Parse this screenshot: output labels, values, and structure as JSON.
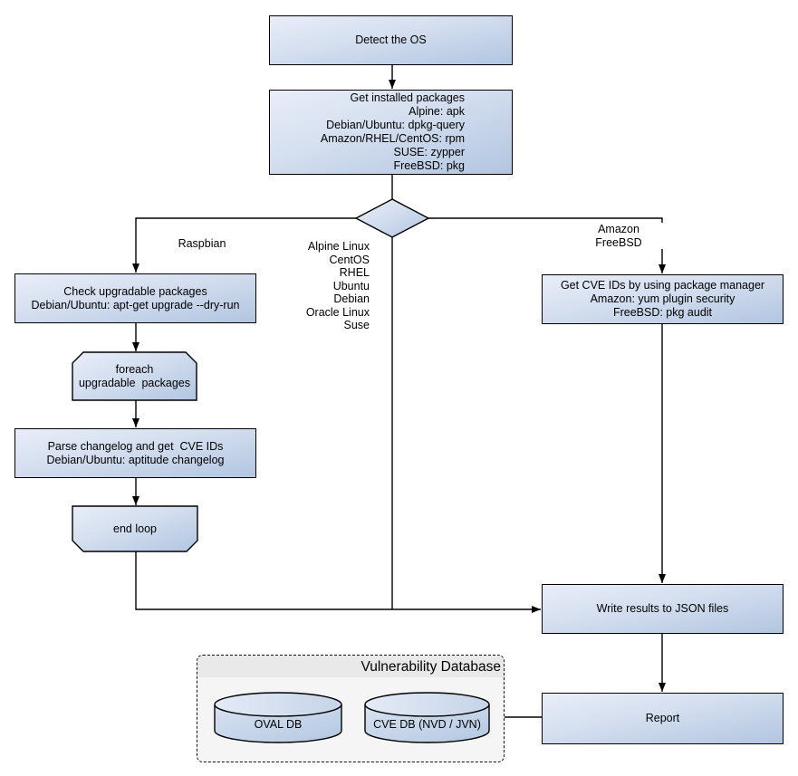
{
  "nodes": {
    "detect_os": {
      "label": "Detect the OS"
    },
    "get_packages": {
      "lines": [
        "Get installed packages",
        "Alpine: apk",
        "Debian/Ubuntu: dpkg-query",
        "Amazon/RHEL/CentOS: rpm",
        "SUSE: zypper",
        "FreeBSD: pkg"
      ]
    },
    "check_upgradable": {
      "lines": [
        "Check upgradable packages",
        "Debian/Ubuntu: apt-get upgrade --dry-run"
      ]
    },
    "foreach_loop": {
      "lines": [
        "foreach",
        "upgradable  packages"
      ]
    },
    "parse_changelog": {
      "lines": [
        "Parse changelog and get  CVE IDs",
        "Debian/Ubuntu: aptitude changelog"
      ]
    },
    "end_loop": {
      "label": "end loop"
    },
    "get_cve_ids": {
      "lines": [
        "Get CVE IDs by using package manager",
        "Amazon: yum plugin security",
        "FreeBSD: pkg audit"
      ]
    },
    "write_results": {
      "label": "Write results to JSON files"
    },
    "report": {
      "label": "Report"
    },
    "oval_db": {
      "label": "OVAL DB"
    },
    "cve_db": {
      "label": "CVE DB (NVD / JVN)"
    }
  },
  "labels": {
    "raspbian": "Raspbian",
    "amazon_freebsd": [
      "Amazon",
      "FreeBSD"
    ],
    "os_list": [
      "Alpine Linux",
      "CentOS",
      "RHEL",
      "Ubuntu",
      "Debian",
      "Oracle Linux",
      "Suse"
    ]
  },
  "group": {
    "title": "Vulnerability Database"
  },
  "colors": {
    "node_gradient_start": "#e9eef8",
    "node_gradient_end": "#b2c5e1",
    "border": "#000000",
    "group_fill": "#f5f5f5",
    "group_header": "#e9e9e9",
    "line": "#000000"
  }
}
